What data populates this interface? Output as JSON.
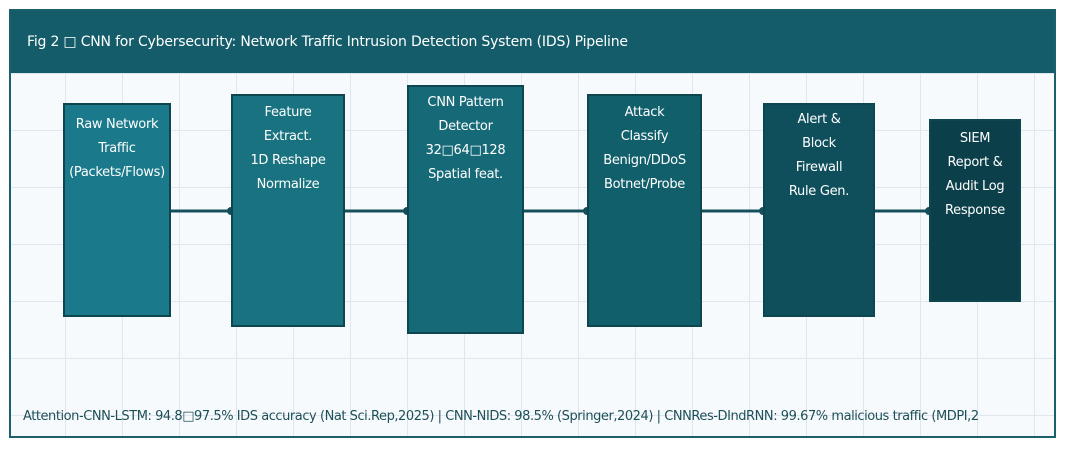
{
  "title": "Fig 2 □ CNN for Cybersecurity: Network Traffic Intrusion Detection System (IDS) Pipeline",
  "nodes": [
    {
      "lines": [
        "Raw Network",
        "Traffic",
        "(Packets/Flows)"
      ],
      "fill": "#1a7a8b"
    },
    {
      "lines": [
        "Feature",
        "Extract.",
        "1D Reshape",
        "Normalize"
      ],
      "fill": "#18727f"
    },
    {
      "lines": [
        "CNN Pattern",
        "Detector",
        "32□64□128",
        "Spatial feat."
      ],
      "fill": "#166a78"
    },
    {
      "lines": [
        "Attack",
        "Classify",
        "Benign/DDoS",
        "Botnet/Probe"
      ],
      "fill": "#125f6c"
    },
    {
      "lines": [
        "Alert &",
        "Block",
        "Firewall",
        "Rule Gen."
      ],
      "fill": "#0f4f5c"
    },
    {
      "lines": [
        "SIEM",
        "Report &",
        "Audit Log",
        "Response"
      ],
      "fill": "#0b3f4a"
    }
  ],
  "footer": "Attention-CNN-LSTM: 94.8□97.5% IDS accuracy (Nat Sci.Rep,2025) | CNN-NIDS: 98.5% (Springer,2024) | CNNRes-DIndRNN: 99.67% malicious traffic (MDPI,2",
  "colors": {
    "title_bar": "#145c69",
    "connector": "#14505c",
    "node_border": "#0e4650",
    "footer_text": "#1d4f58"
  }
}
